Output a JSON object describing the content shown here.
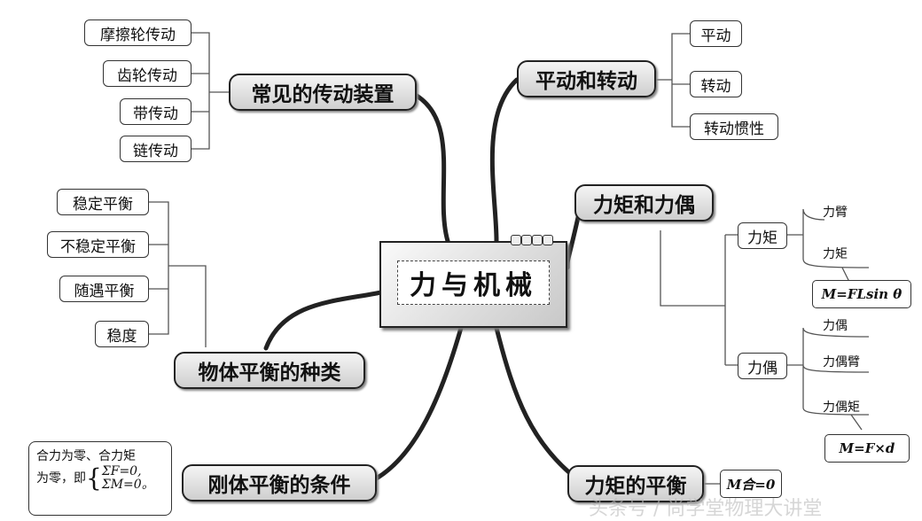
{
  "center": {
    "title": "力与机械"
  },
  "branches": {
    "transmission": {
      "title": "常见的传动装置",
      "items": [
        "摩擦轮传动",
        "齿轮传动",
        "带传动",
        "链传动"
      ]
    },
    "motion": {
      "title": "平动和转动",
      "items": [
        "平动",
        "转动",
        "转动惯性"
      ]
    },
    "moment": {
      "title": "力矩和力偶",
      "torque": {
        "label": "力矩",
        "parts": [
          "力臂",
          "力矩"
        ],
        "formula": "M=FLsin θ"
      },
      "couple": {
        "label": "力偶",
        "parts": [
          "力偶",
          "力偶臂",
          "力偶矩"
        ],
        "formula": "M=F×d"
      }
    },
    "equilibrium_types": {
      "title": "物体平衡的种类",
      "items": [
        "稳定平衡",
        "不稳定平衡",
        "随遇平衡",
        "稳度"
      ]
    },
    "rigid_conditions": {
      "title": "刚体平衡的条件",
      "text_line1": "合力为零、合力矩",
      "text_line2": "为零，即",
      "eq1": "ΣF=0,",
      "eq2": "ΣM=0。"
    },
    "moment_balance": {
      "title": "力矩的平衡",
      "formula": "M合=0"
    }
  },
  "watermark": "头条号 / 尚学堂物理大讲堂"
}
